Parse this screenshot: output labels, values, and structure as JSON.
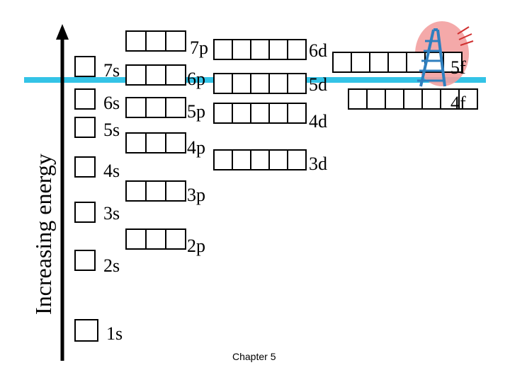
{
  "axis": {
    "label": "Increasing energy"
  },
  "orbitals": [
    {
      "key": "1s",
      "label": "1s",
      "boxes": 1
    },
    {
      "key": "2s",
      "label": "2s",
      "boxes": 1
    },
    {
      "key": "2p",
      "label": "2p",
      "boxes": 3
    },
    {
      "key": "3s",
      "label": "3s",
      "boxes": 1
    },
    {
      "key": "3p",
      "label": "3p",
      "boxes": 3
    },
    {
      "key": "4s",
      "label": "4s",
      "boxes": 1
    },
    {
      "key": "3d",
      "label": "3d",
      "boxes": 5
    },
    {
      "key": "4p",
      "label": "4p",
      "boxes": 3
    },
    {
      "key": "5s",
      "label": "5s",
      "boxes": 1
    },
    {
      "key": "4d",
      "label": "4d",
      "boxes": 5
    },
    {
      "key": "5p",
      "label": "5p",
      "boxes": 3
    },
    {
      "key": "6s",
      "label": "6s",
      "boxes": 1
    },
    {
      "key": "4f",
      "label": "4f",
      "boxes": 7
    },
    {
      "key": "5d",
      "label": "5d",
      "boxes": 5
    },
    {
      "key": "6p",
      "label": "6p",
      "boxes": 3
    },
    {
      "key": "7s",
      "label": "7s",
      "boxes": 1
    },
    {
      "key": "5f",
      "label": "5f",
      "boxes": 7
    },
    {
      "key": "6d",
      "label": "6d",
      "boxes": 5
    },
    {
      "key": "7p",
      "label": "7p",
      "boxes": 3
    }
  ],
  "footer": {
    "text": "Chapter 5"
  },
  "colors": {
    "highlight_line": "#33c3e6",
    "arrow": "#000000",
    "box_stroke": "#000000",
    "ladder": "#2f7fbf",
    "splash": "#f3a0a0"
  },
  "icons": {
    "ladder": "ladder-icon"
  }
}
